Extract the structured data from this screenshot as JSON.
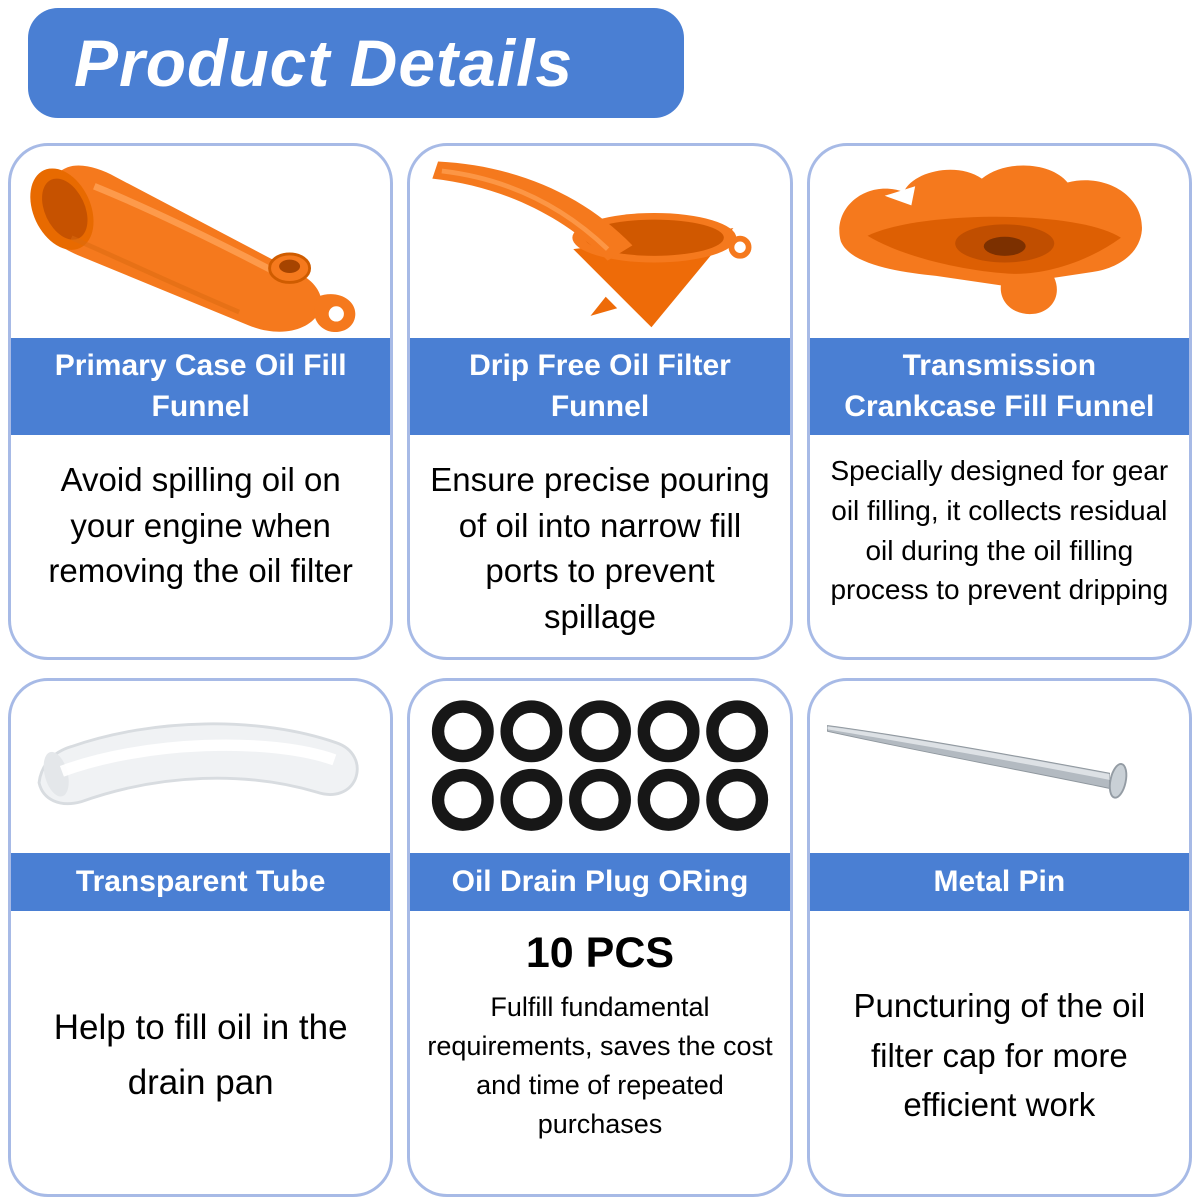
{
  "header": {
    "title": "Product Details"
  },
  "cards": [
    {
      "id": "primary-case-oil-fill-funnel",
      "title": "Primary Case Oil Fill Funnel",
      "description": "Avoid spilling oil on your engine when removing the oil filter",
      "icon": "primary-case-funnel-illustration"
    },
    {
      "id": "drip-free-oil-filter-funnel",
      "title": "Drip Free Oil Filter Funnel",
      "description": "Ensure precise pouring of oil into narrow fill ports to prevent spillage",
      "icon": "drip-free-funnel-illustration"
    },
    {
      "id": "transmission-crankcase-fill-funnel",
      "title": "Transmission Crankcase Fill Funnel",
      "description": "Specially designed for gear oil filling, it collects residual oil during the oil filling process to prevent dripping",
      "icon": "crankcase-funnel-illustration"
    },
    {
      "id": "transparent-tube",
      "title": "Transparent Tube",
      "description": "Help to fill oil in the drain pan",
      "icon": "transparent-tube-illustration"
    },
    {
      "id": "oil-drain-plug-oring",
      "title": "Oil Drain Plug ORing",
      "count": "10 PCS",
      "description": "Fulfill fundamental requirements, saves the cost and time of repeated purchases",
      "icon": "oring-set-illustration"
    },
    {
      "id": "metal-pin",
      "title": "Metal Pin",
      "description": "Puncturing of the oil filter cap for more efficient work",
      "icon": "metal-pin-illustration"
    }
  ],
  "colors": {
    "banner_blue": "#4a7fd3",
    "card_border": "#a7bae6",
    "product_orange": "#f5791d",
    "text_black": "#000000",
    "oring_black": "#171717",
    "pin_gray": "#b3bac1"
  }
}
